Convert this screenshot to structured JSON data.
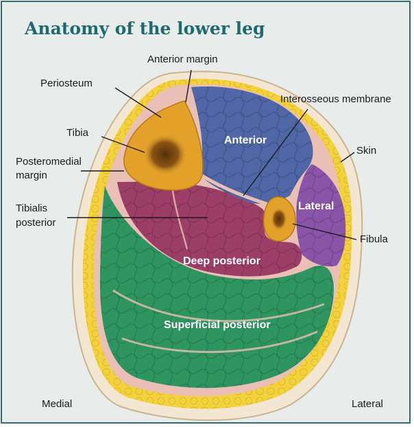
{
  "title": "Anatomy of the lower leg",
  "labels": {
    "anterior_margin": "Anterior margin",
    "periosteum": "Periosteum",
    "interosseous_membrane": "Interosseous membrane",
    "tibia": "Tibia",
    "skin": "Skin",
    "posteromedial_margin_line1": "Posteromedial",
    "posteromedial_margin_line2": "margin",
    "tibialis_posterior_line1": "Tibialis",
    "tibialis_posterior_line2": "posterior",
    "fibula": "Fibula",
    "medial": "Medial",
    "lateral_side": "Lateral"
  },
  "compartments": {
    "anterior": "Anterior",
    "lateral": "Lateral",
    "deep_posterior": "Deep posterior",
    "superficial_posterior": "Superficial posterior"
  },
  "colors": {
    "frame_border": "#2f6d73",
    "title": "#1f6a6f",
    "skin_fat": "#f4d23c",
    "fascia": "#e9bfb6",
    "anterior": "#4f67a6",
    "lateral": "#8a55a8",
    "deep_posterior": "#9c3e68",
    "superficial_posterior": "#2f9560",
    "bone": "#e3a12a",
    "marrow": "#7a4410"
  }
}
